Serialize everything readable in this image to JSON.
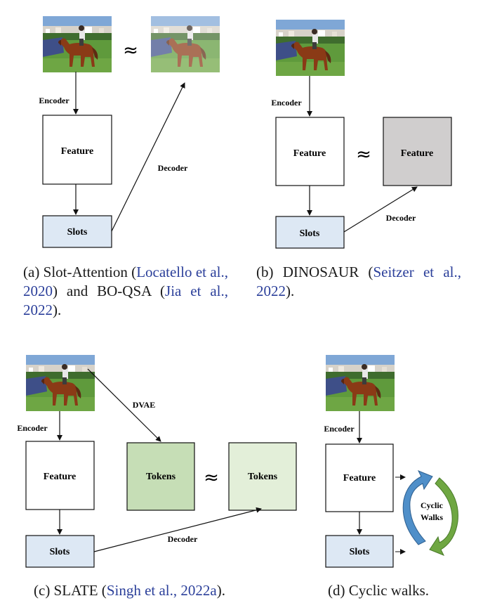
{
  "panel_a": {
    "encoder_label": "Encoder",
    "feature_label": "Feature",
    "slots_label": "Slots",
    "decoder_label": "Decoder",
    "approx_symbol": "≈",
    "caption": {
      "prefix": "(a) Slot-Attention (",
      "cite1": "Locatello et al., 2020",
      "mid": ") and BO-QSA (",
      "cite2": "Jia et al., 2022",
      "suffix": ")."
    }
  },
  "panel_b": {
    "encoder_label": "Encoder",
    "feature_label": "Feature",
    "target_feature_label": "Feature",
    "slots_label": "Slots",
    "decoder_label": "Decoder",
    "approx_symbol": "≈",
    "caption": {
      "prefix": "(b) DINOSAUR (",
      "cite1": "Seitzer et al., 2022",
      "suffix": ")."
    }
  },
  "panel_c": {
    "encoder_label": "Encoder",
    "feature_label": "Feature",
    "slots_label": "Slots",
    "dvae_label": "DVAE",
    "tokens_label": "Tokens",
    "pred_tokens_label": "Tokens",
    "decoder_label": "Decoder",
    "approx_symbol": "≈",
    "caption": {
      "prefix": "(c) SLATE (",
      "cite1": "Singh et al., 2022a",
      "suffix": ")."
    }
  },
  "panel_d": {
    "encoder_label": "Encoder",
    "feature_label": "Feature",
    "slots_label": "Slots",
    "cyclic_line1": "Cyclic",
    "cyclic_line2": "Walks",
    "caption": "(d) Cyclic walks."
  },
  "colors": {
    "slots_fill": "#dde8f4",
    "target_feature_fill": "#d0cece",
    "tokens_fill": "#c6deb6",
    "pred_tokens_fill": "#e3efd9",
    "citation": "#2b3f9a",
    "cycle_blue": "#4f8fc9",
    "cycle_green": "#6fa742"
  }
}
